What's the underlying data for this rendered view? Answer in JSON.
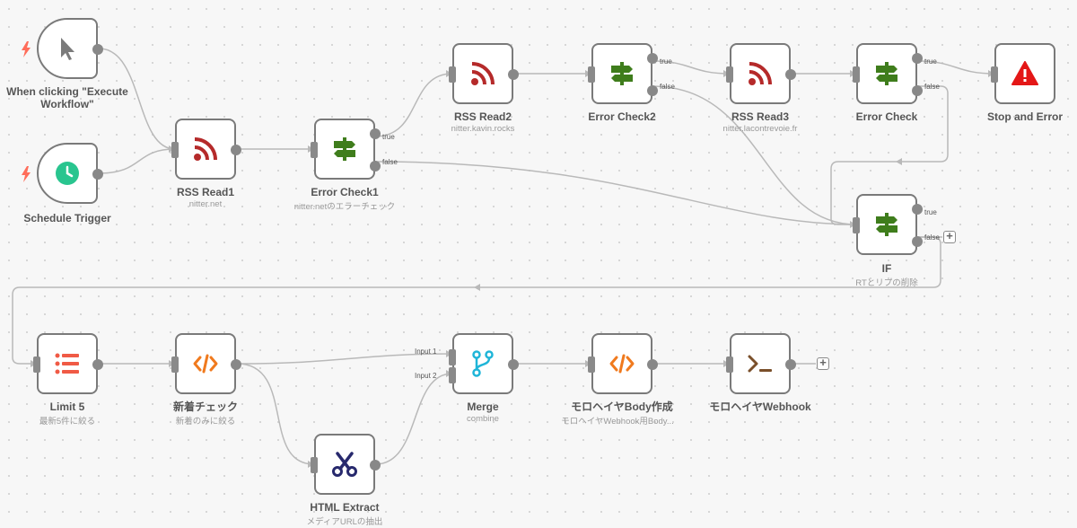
{
  "nodes": {
    "manual": {
      "label": "When clicking \"Execute Workflow\""
    },
    "schedule": {
      "label": "Schedule Trigger"
    },
    "rss1": {
      "label": "RSS Read1",
      "sub": "nitter.net"
    },
    "err1": {
      "label": "Error Check1",
      "sub": "nitter.netのエラーチェック"
    },
    "rss2": {
      "label": "RSS Read2",
      "sub": "nitter.kavin.rocks"
    },
    "err2": {
      "label": "Error Check2"
    },
    "rss3": {
      "label": "RSS Read3",
      "sub": "nitter.lacontrevoie.fr"
    },
    "err": {
      "label": "Error Check"
    },
    "stop": {
      "label": "Stop and Error"
    },
    "if": {
      "label": "IF",
      "sub": "RTとリプの削除"
    },
    "limit": {
      "label": "Limit 5",
      "sub": "最新5件に絞る"
    },
    "newcheck": {
      "label": "新着チェック",
      "sub": "新着のみに絞る"
    },
    "html": {
      "label": "HTML Extract",
      "sub": "メディアURLの抽出"
    },
    "merge": {
      "label": "Merge",
      "sub": "combine"
    },
    "body": {
      "label": "モロヘイヤBody作成",
      "sub": "モロヘイヤWebhook用Body..."
    },
    "webhook": {
      "label": "モロヘイヤWebhook"
    }
  },
  "ports": {
    "true": "true",
    "false": "false",
    "input1": "Input 1",
    "input2": "Input 2"
  },
  "buttons": {
    "add": "+"
  },
  "colors": {
    "rss": "#b52a2a",
    "if": "#3f7d1c",
    "code": "#f07a1e",
    "limit": "#f05a45",
    "merge": "#1fb5d8",
    "html": "#27296d",
    "webhook": "#7a4f2a",
    "stop": "#e41717",
    "schedule": "#29c58f",
    "trigger_bolt": "#ff6d5a",
    "edge": "#b9b9b9"
  },
  "icons": {
    "manual": "cursor-pointer-icon",
    "schedule": "clock-icon",
    "rss": "rss-icon",
    "if": "signpost-icon",
    "stop": "warning-triangle-icon",
    "limit": "list-icon",
    "code": "code-icon",
    "merge": "merge-branch-icon",
    "html": "scissors-icon",
    "webhook": "terminal-icon"
  }
}
